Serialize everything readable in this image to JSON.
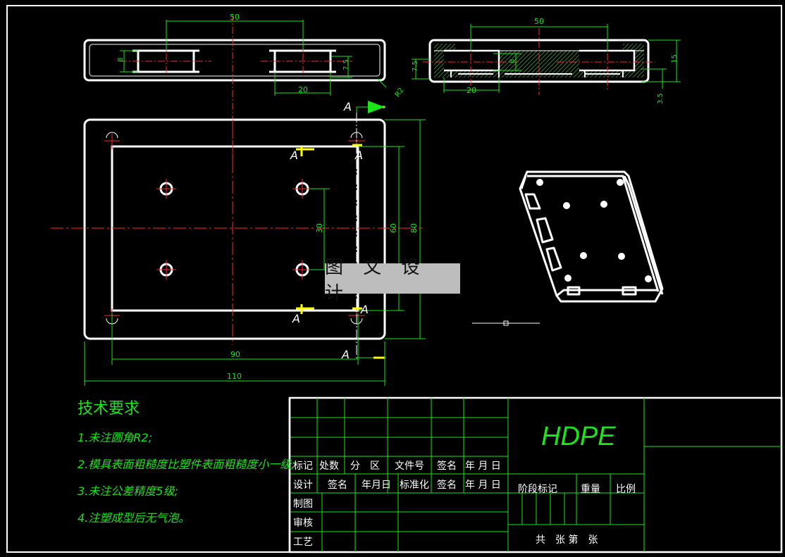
{
  "dimensions": {
    "top_left_width": "50",
    "top_left_height": "8",
    "top_left_depth": "7.5",
    "top_left_slot": "20",
    "chamfer": "R2",
    "top_right_width": "50",
    "top_right_left_depth": "7.5",
    "top_right_inner": "8",
    "top_right_height": "15",
    "top_right_base": "3.5",
    "top_right_slot": "20",
    "plan_hole_spacing": "30",
    "plan_inner_height": "60",
    "plan_outer_height": "80",
    "plan_inner_width": "90",
    "plan_outer_width": "110"
  },
  "section_labels": {
    "a1": "A",
    "a2": "A",
    "a3": "A",
    "a4": "A",
    "a5": "A",
    "a6": "A"
  },
  "watermark": "图 文 设 计",
  "tech_requirements": {
    "title": "技术要求",
    "items": [
      "1.未注圆角R2;",
      "2.模具表面粗糙度比塑件表面粗糙度小一级;",
      "3.未注公差精度5级;",
      "4.注塑成型后无气泡。"
    ]
  },
  "title_block": {
    "material": "HDPE",
    "row_mark": [
      "标记",
      "处数",
      "分　区",
      "文件号",
      "签名",
      "年 月 日"
    ],
    "row_design": [
      "设计",
      "签名",
      "年月日",
      "标准化",
      "签名",
      "年 月 日"
    ],
    "draw": "制图",
    "review": "审核",
    "process": "工艺",
    "stage_mark": "阶段标记",
    "weight": "重量",
    "scale": "比例",
    "sheets": "共　张 第　张"
  },
  "colors": {
    "outline": "#ffffff",
    "dimension": "#19e519",
    "centerline": "#ff2a2a",
    "section": "#ffff00",
    "hatch": "#3a7a3a"
  }
}
